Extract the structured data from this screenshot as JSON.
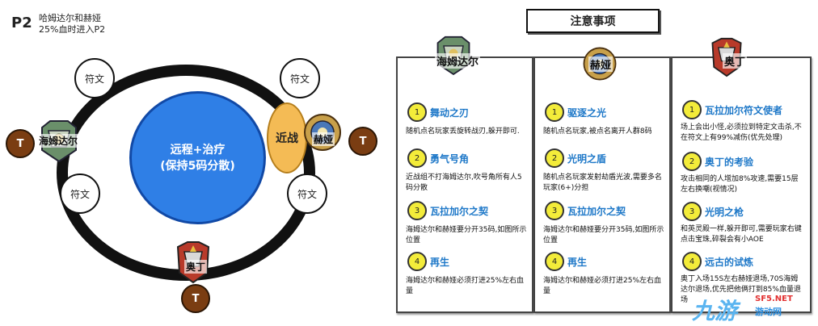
{
  "header": {
    "phase": "P2",
    "boss_names": "哈姆达尔和赫娅",
    "trigger": "25%血时进入P2"
  },
  "arena": {
    "center_line1": "远程+治疗",
    "center_line2": "(保持5码分散)",
    "melee": "近战",
    "rune_label": "符文",
    "tank_label": "T",
    "bosses": {
      "hamdal": "海姆达尔",
      "heya": "赫娅",
      "odin": "奥丁"
    },
    "colors": {
      "center": "#2f7fe6",
      "melee": "#f4bb55",
      "tank": "#7a3d12",
      "number_badge": "#f3ec3a",
      "title_text": "#1e78c8"
    }
  },
  "notice_title": "注意事项",
  "columns": [
    {
      "name": "海姆达尔",
      "icon": "hamdal-boss-icon",
      "items": [
        {
          "num": "1",
          "title": "舞动之刃",
          "desc": "随机点名玩家丢旋转战刃,躲开即可."
        },
        {
          "num": "2",
          "title": "勇气号角",
          "desc": "近战组不打海姆达尔,吹号角所有人5码分散"
        },
        {
          "num": "3",
          "title": "瓦拉加尔之契",
          "desc": "海姆达尔和赫娅要分开35码,如图所示位置"
        },
        {
          "num": "4",
          "title": "再生",
          "desc": "海姆达尔和赫娅必须打进25%左右血量"
        }
      ]
    },
    {
      "name": "赫娅",
      "icon": "heya-boss-icon",
      "items": [
        {
          "num": "1",
          "title": "驱逐之光",
          "desc": "随机点名玩家,被点名离开人群8码"
        },
        {
          "num": "2",
          "title": "光明之盾",
          "desc": "随机点名玩家发射劫盾光波,需要多名玩家(6+)分担"
        },
        {
          "num": "3",
          "title": "瓦拉加尔之契",
          "desc": "海姆达尔和赫娅要分开35码,如图所示位置"
        },
        {
          "num": "4",
          "title": "再生",
          "desc": "海姆达尔和赫娅必须打进25%左右血量"
        }
      ]
    },
    {
      "name": "奥丁",
      "icon": "odin-boss-icon",
      "items": [
        {
          "num": "1",
          "title": "瓦拉加尔符文使者",
          "desc": "场上会出小怪,必须拉到特定文击杀,不在符文上有99%减伤(优先处理)"
        },
        {
          "num": "2",
          "title": "奥丁的考验",
          "desc": "攻击相同的人增加8%攻速,需要15层左右换嘲(视情况)"
        },
        {
          "num": "3",
          "title": "光明之枪",
          "desc": "和英灵殿一样,躲开即可,需要玩家右键点击宝珠,碎裂会有小AOE"
        },
        {
          "num": "4",
          "title": "远古的试炼",
          "desc": "奥丁入场15S左右赫娅退场,70S海姆达尔退场,优先把他俩打到85%血量退场"
        }
      ]
    }
  ],
  "watermark": {
    "main": "九游",
    "small": "SF5.NET",
    "sub": "游动网"
  }
}
